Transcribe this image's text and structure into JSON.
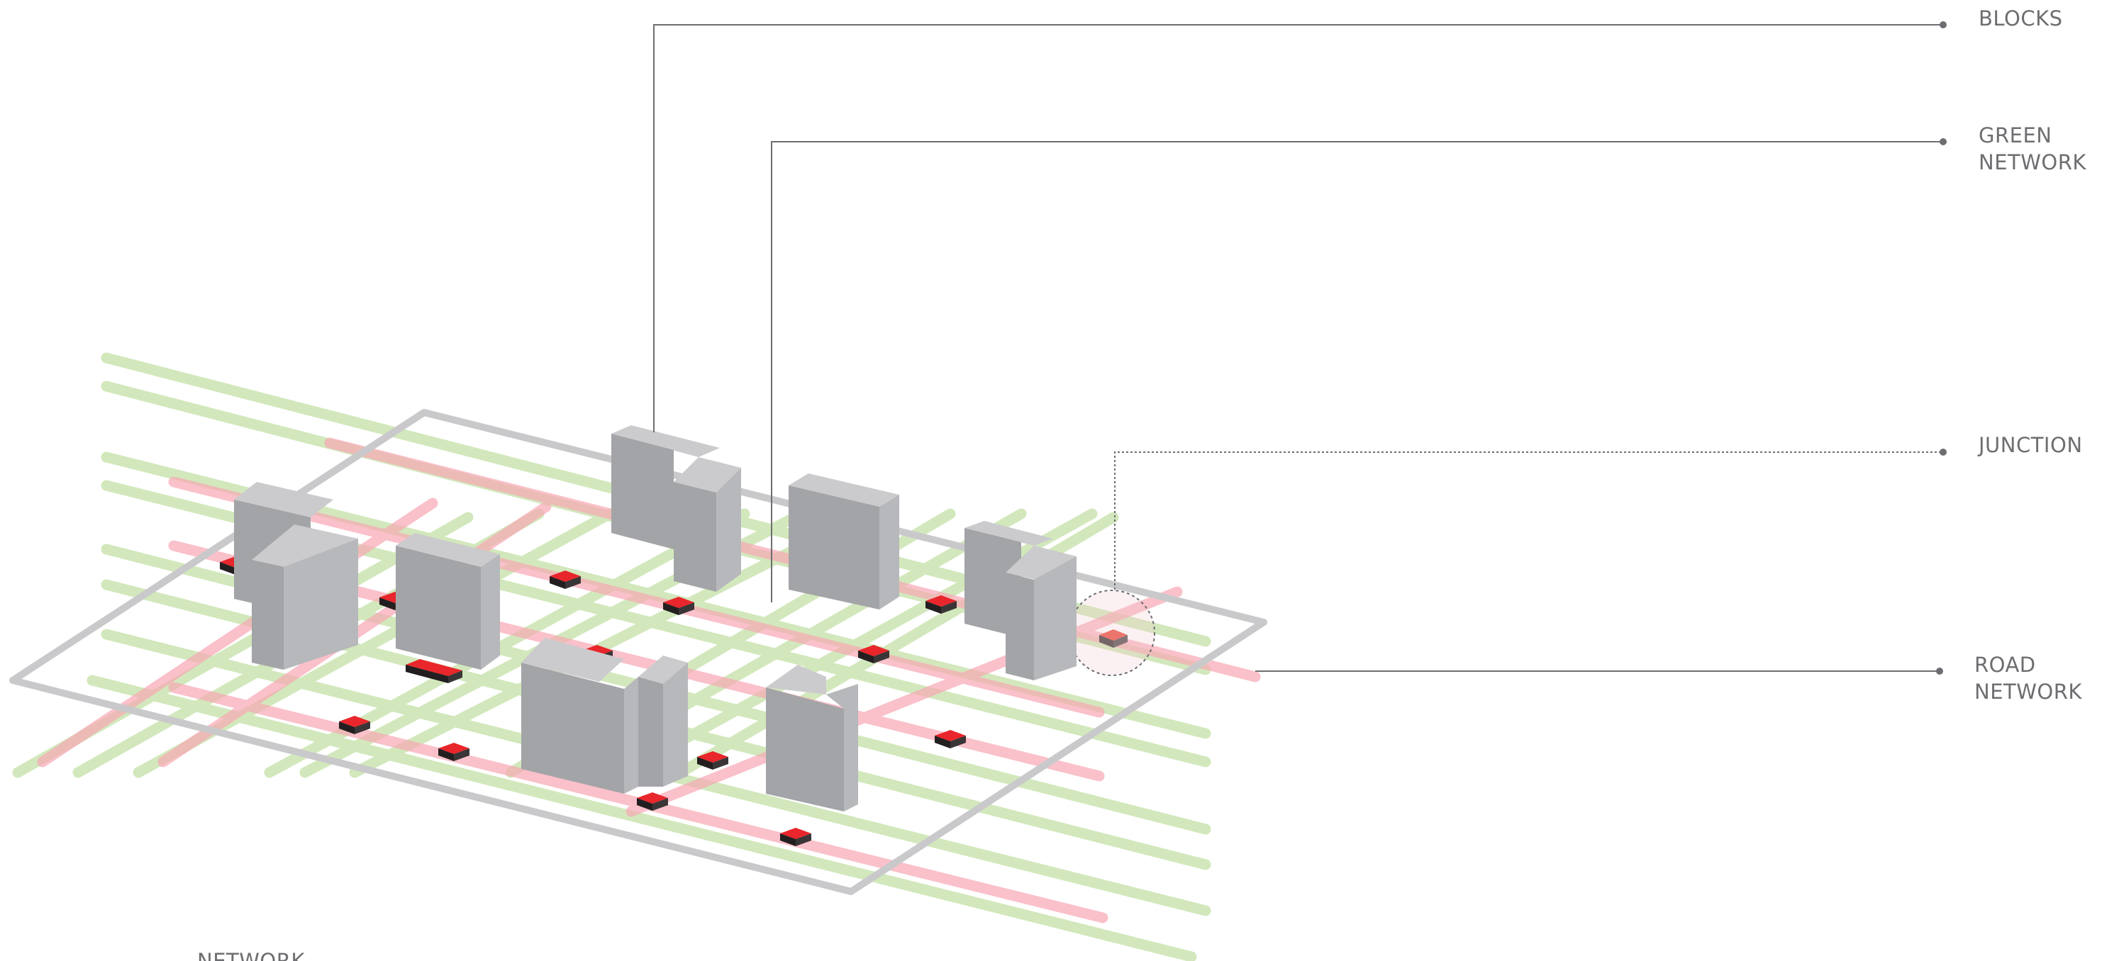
{
  "labels": {
    "blocks": "BLOCKS",
    "green_network_1": "GREEN",
    "green_network_2": "NETWORK",
    "junction": "JUNCTION",
    "road_network_1": "ROAD",
    "road_network_2": "NETWORK",
    "bottom_cut": "NETWORK"
  },
  "colors": {
    "green_line": "#c3e1a6",
    "road_line": "#f8a8b4",
    "block_front": "#a3a4a7",
    "block_side": "#b7b8bb",
    "block_top": "#cbcbcd",
    "junction_top": "#e8262b",
    "junction_base": "#231f20",
    "plate": "#c9c9cb",
    "leader": "#6d6e71"
  }
}
